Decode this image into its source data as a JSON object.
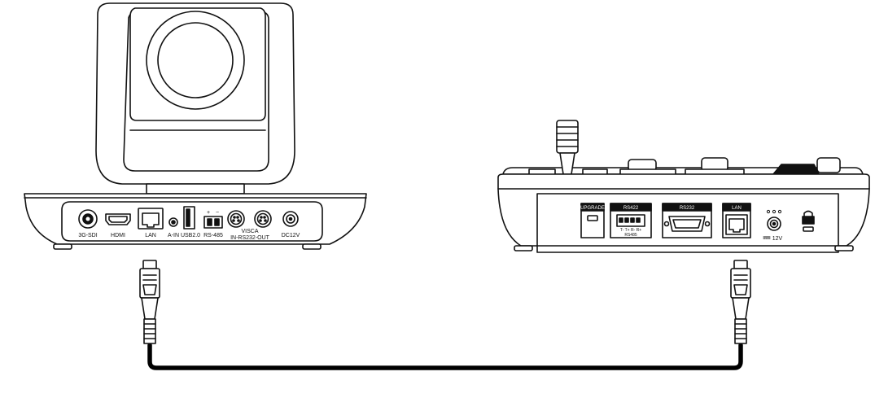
{
  "camera": {
    "ports": {
      "sdi": "3G-SDI",
      "hdmi": "HDMI",
      "lan": "LAN",
      "audio_in": "A-IN",
      "usb": "USB2.0",
      "rs485": "RS-485",
      "visca_top": "VISCA",
      "visca_bottom": "IN-RS232-OUT",
      "dc": "DC12V",
      "rs485_plus": "+",
      "rs485_minus": "−"
    }
  },
  "controller": {
    "ports": {
      "upgrade": "UPGRADE",
      "rs422": "RS422",
      "rs422_pins": "T- T+ R- R+",
      "rs485": "RS485",
      "rs232": "RS232",
      "lan": "LAN",
      "dc": "12V"
    }
  },
  "colors": {
    "line": "#111111",
    "cable": "#000000",
    "fill": "#ffffff"
  }
}
